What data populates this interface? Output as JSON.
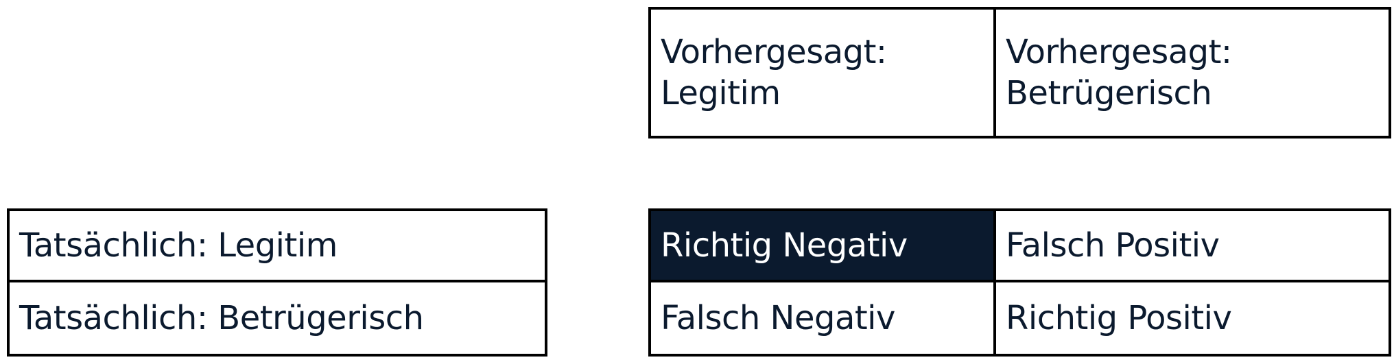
{
  "predicted_headers": [
    "Vorhergesagt: Legitim",
    "Vorhergesagt: Betrügerisch"
  ],
  "actual_headers": [
    "Tatsächlich: Legitim",
    "Tatsächlich: Betrügerisch"
  ],
  "matrix": [
    [
      "Richtig Negativ",
      "Falsch Positiv"
    ],
    [
      "Falsch Negativ",
      "Richtig Positiv"
    ]
  ],
  "colors": {
    "highlight": "#0b1a2e",
    "text": "#0b1a2e",
    "border": "#000000"
  }
}
